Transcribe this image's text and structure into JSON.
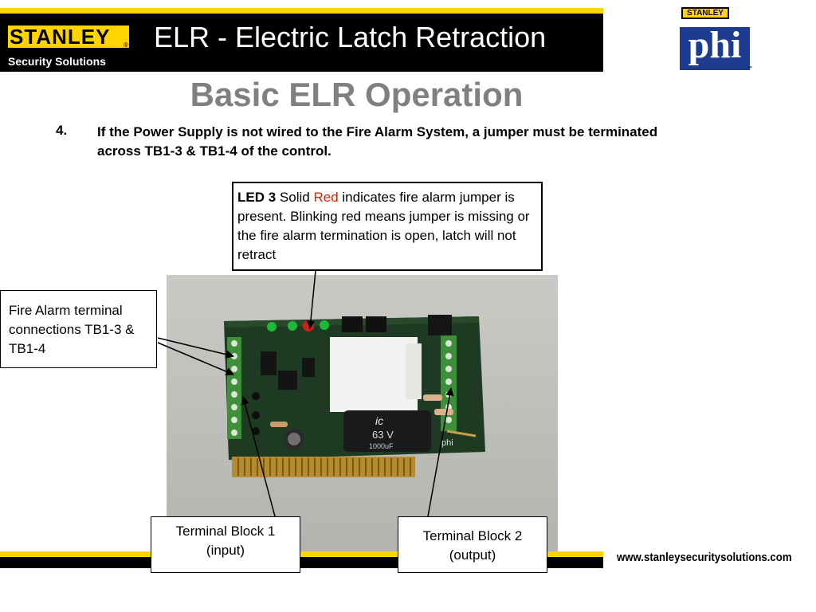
{
  "header": {
    "logo_main": "STANLEY",
    "logo_sub": "Security Solutions",
    "title": "ELR - Electric Latch Retraction",
    "phi_badge": "STANLEY",
    "phi_logo": "phi"
  },
  "slide": {
    "subtitle": "Basic ELR Operation",
    "item_number": "4.",
    "item_text": "If the Power Supply is not wired to the Fire Alarm System, a jumper must be terminated across TB1-3 & TB1-4 of the control."
  },
  "callouts": {
    "led": {
      "label": "LED 3",
      "word_solid": "Solid",
      "word_red": "Red",
      "rest": "indicates fire alarm jumper is present. Blinking red means jumper is missing or the fire alarm termination is open, latch will not retract"
    },
    "fire_alarm": "Fire Alarm terminal connections TB1-3 & TB1-4",
    "tb1_line1": "Terminal Block 1",
    "tb1_line2": "(input)",
    "tb2_line1": "Terminal Block 2",
    "tb2_line2": "(output)"
  },
  "photo": {
    "capacitor_brand": "ic",
    "capacitor_voltage": "63 V",
    "capacitor_capacity": "1000uF",
    "board_label": "phi"
  },
  "footer": {
    "url": "www.stanleysecuritysolutions.com"
  },
  "colors": {
    "accent_yellow": "#FFD400",
    "header_black": "#000000",
    "subtitle_gray": "#808080",
    "highlight_red": "#E02000",
    "phi_blue": "#1D3B91"
  }
}
